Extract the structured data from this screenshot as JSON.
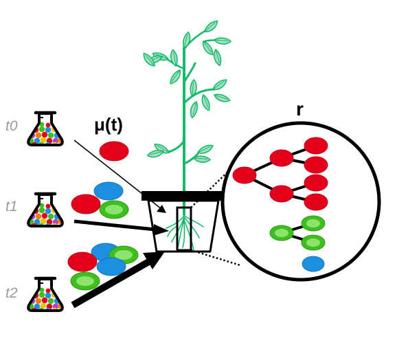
{
  "labels": {
    "mu": "μ(t)",
    "r": "r",
    "times": [
      "t0",
      "t1",
      "t2"
    ]
  },
  "colors": {
    "red": "#e3001b",
    "blue": "#1c8fe0",
    "green": "#3fbf1f",
    "plant": "#16b96a",
    "leaf_fill": "#a6e0c2",
    "outline": "#000000",
    "time_label": "#9a9a9a"
  },
  "icons": [
    "flask-icon",
    "plant-icon",
    "pot-icon",
    "magnifier-circle"
  ]
}
